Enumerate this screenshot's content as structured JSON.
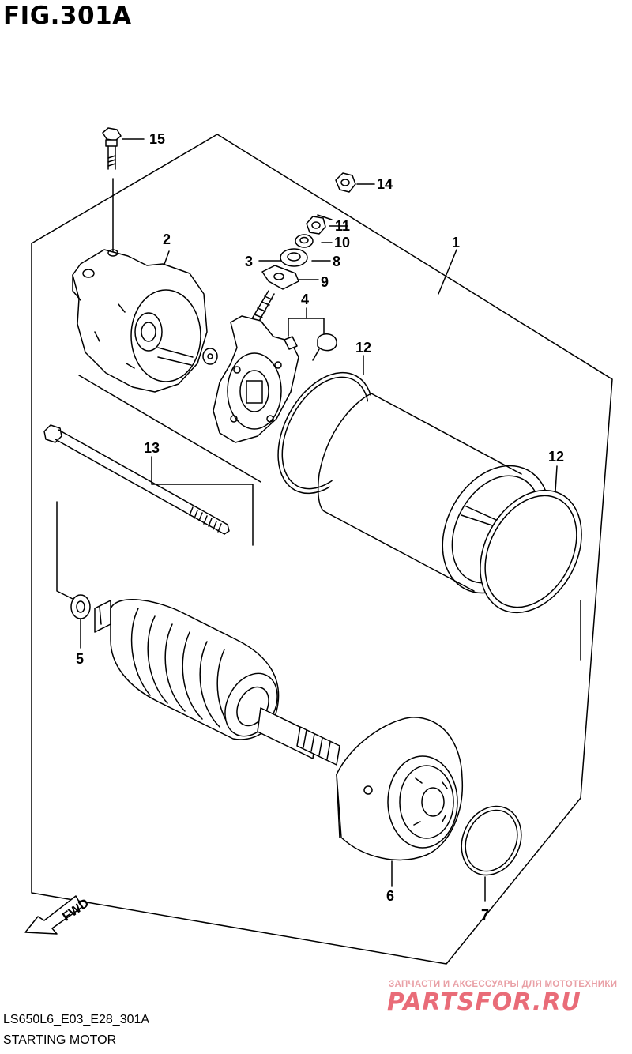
{
  "figure": {
    "title": "FIG.301A"
  },
  "part_labels": [
    {
      "id": "15",
      "text": "15"
    },
    {
      "id": "14",
      "text": "14"
    },
    {
      "id": "11",
      "text": "11"
    },
    {
      "id": "10",
      "text": "10"
    },
    {
      "id": "2",
      "text": "2"
    },
    {
      "id": "1",
      "text": "1"
    },
    {
      "id": "3",
      "text": "3"
    },
    {
      "id": "8",
      "text": "8"
    },
    {
      "id": "9",
      "text": "9"
    },
    {
      "id": "4",
      "text": "4"
    },
    {
      "id": "12a",
      "text": "12"
    },
    {
      "id": "13",
      "text": "13"
    },
    {
      "id": "12b",
      "text": "12"
    },
    {
      "id": "5",
      "text": "5"
    },
    {
      "id": "6",
      "text": "6"
    },
    {
      "id": "7",
      "text": "7"
    }
  ],
  "fwd_label": "FWD",
  "footer": {
    "code": "LS650L6_E03_E28_301A",
    "caption": "STARTING MOTOR"
  },
  "watermark": {
    "small_text": "ЗАПЧАСТИ И АКСЕССУАРЫ ДЛЯ МОТОТЕХНИКИ",
    "big_text": "PARTSFOR.RU"
  }
}
